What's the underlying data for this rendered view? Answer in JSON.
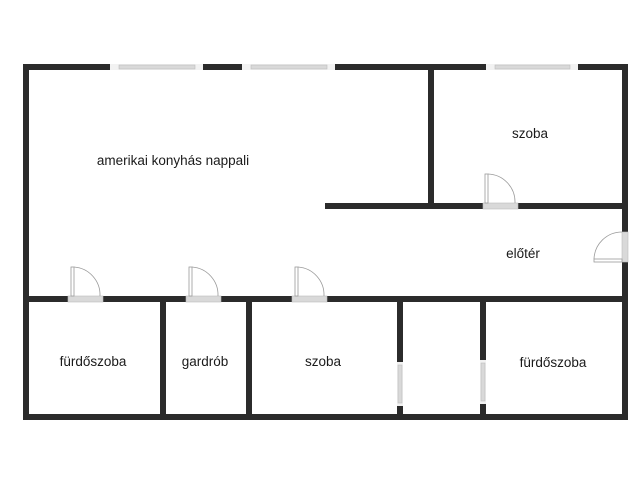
{
  "floorplan": {
    "rooms": {
      "living": "amerikai konyhás nappali",
      "bedroom_top": "szoba",
      "hallway": "előtér",
      "bathroom_left": "fürdőszoba",
      "wardrobe": "gardrób",
      "bedroom_bottom": "szoba",
      "bathroom_right": "fürdőszoba"
    },
    "colors": {
      "wall": "#2b2b2b",
      "window": "#d9d9d9",
      "background": "#ffffff"
    }
  }
}
